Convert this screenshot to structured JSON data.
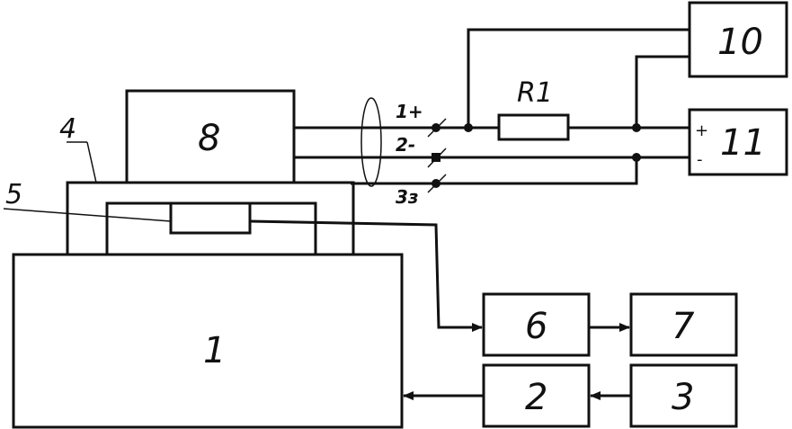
{
  "blocks": {
    "b1": "1",
    "b2": "2",
    "b3": "3",
    "b4": "4",
    "b5": "5",
    "b6": "6",
    "b7": "7",
    "b8": "8",
    "b10": "10",
    "b11": "11"
  },
  "resistor": "R1",
  "terminals": {
    "t1": "1+",
    "t2": "2-",
    "t3": "3з"
  },
  "polarity": {
    "plus": "+",
    "minus": "-"
  }
}
